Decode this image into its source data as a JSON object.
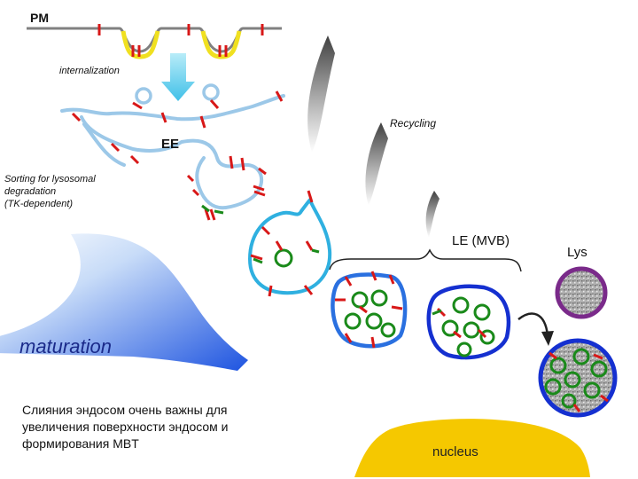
{
  "labels": {
    "pm": "PM",
    "internalization": "internalization",
    "recycling": "Recycling",
    "ee": "EE",
    "sorting_lines": [
      "Sorting for lysosomal",
      "degradation",
      "(TK-dependent)"
    ],
    "le": "LE (MVB)",
    "lys": "Lys",
    "maturation": "maturation",
    "note_lines": [
      "Слияния эндосом очень важны для",
      "увеличения поверхности эндосом и",
      "формирования MBT"
    ],
    "nucleus": "nucleus"
  },
  "colors": {
    "membrane_gray": "#808080",
    "clathrin_yellow": "#f0e020",
    "early_endosome_blue": "#9cc8e8",
    "sorting_endosome_blue": "#2fb0e0",
    "late_endosome_blue": "#1530d0",
    "receptor_red": "#d81818",
    "vesicle_green": "#1a8a1a",
    "lysosome_purple": "#7a2a8a",
    "nucleus_yellow": "#f5c800",
    "maturation_blue": "#2a5fe0"
  }
}
